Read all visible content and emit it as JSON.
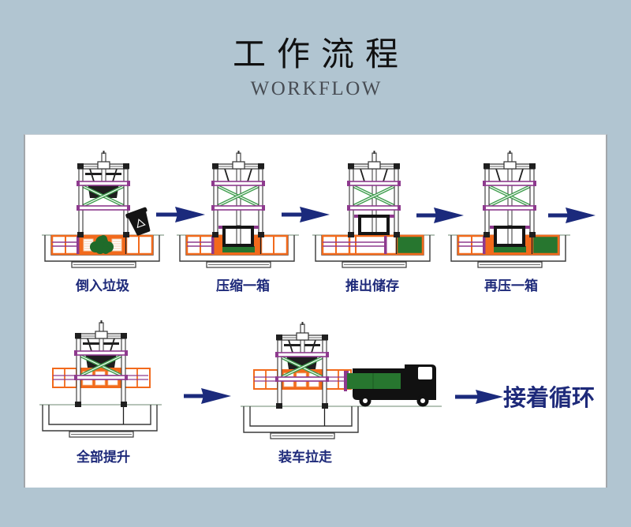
{
  "header": {
    "title_cn": "工作流程",
    "title_en": "WORKFLOW"
  },
  "steps": [
    {
      "label": "倒入垃圾",
      "illustration": "dump-garbage"
    },
    {
      "label": "压缩一箱",
      "illustration": "compress-box"
    },
    {
      "label": "推出储存",
      "illustration": "push-to-storage"
    },
    {
      "label": "再压一箱",
      "illustration": "compress-again"
    },
    {
      "label": "全部提升",
      "illustration": "lift-all"
    },
    {
      "label": "装车拉走",
      "illustration": "load-truck"
    }
  ],
  "loop_label": "接着循环",
  "icons": {
    "flow_arrow": "arrow-right-icon",
    "garbage_bin": "garbage-bin-icon",
    "recycle": "recycle-icon",
    "truck": "truck-icon"
  },
  "colors": {
    "background": "#b1c5d1",
    "panel": "#ffffff",
    "label": "#1e2a7a",
    "arrow": "#1b2a7c",
    "orange": "#f26a1c",
    "purple": "#8e3a8e",
    "green_fill": "#27762f",
    "green_brace": "#3f9d4d",
    "frame": "#2e2e2e",
    "ground": "#8aa08e"
  }
}
